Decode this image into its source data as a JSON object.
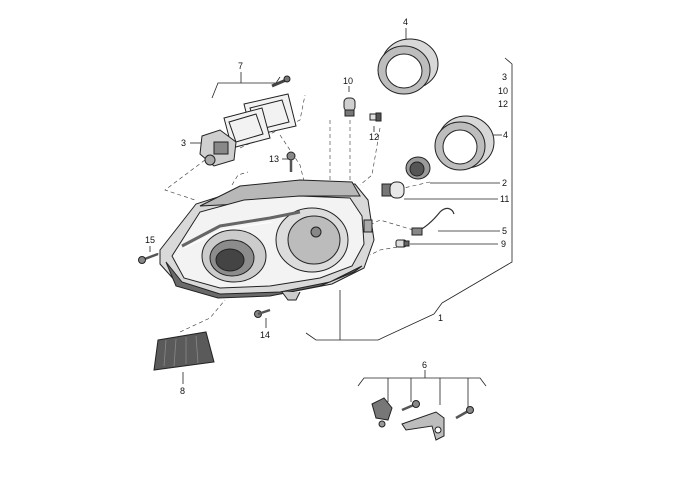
{
  "callouts": {
    "c4_top": "4",
    "c7": "7",
    "c10_top": "10",
    "c3_left": "3",
    "c12_mid": "12",
    "c13": "13",
    "c3_right": "3",
    "c10_right": "10",
    "c12_right": "12",
    "c4_right": "4",
    "c2": "2",
    "c11": "11",
    "c5": "5",
    "c9": "9",
    "c15": "15",
    "c1": "1",
    "c14": "14",
    "c8": "8",
    "c6": "6"
  },
  "colors": {
    "line": "#222222",
    "part_fill": "#e6e6e6",
    "part_dark": "#8a8a8a",
    "lens_dark": "#444444"
  }
}
